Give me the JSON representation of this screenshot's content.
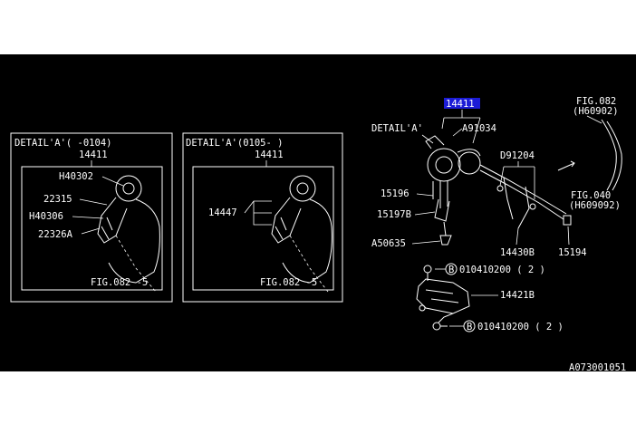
{
  "diagram": {
    "detail_left": {
      "title": "DETAIL'A'(    -0104)",
      "part": "14411",
      "ref": "FIG.082 -5",
      "labels": [
        "H40302",
        "22315",
        "H40306",
        "22326A"
      ]
    },
    "detail_mid": {
      "title": "DETAIL'A'(0105-    )",
      "part": "14411",
      "ref": "FIG.082 -5",
      "labels": [
        "14447"
      ]
    },
    "main": {
      "highlighted_part": "14411",
      "detail_label": "DETAIL'A'",
      "labels": [
        "A91034",
        "D91204",
        "15196",
        "15197B",
        "A50635",
        "14430B",
        "15194",
        "14421B"
      ],
      "fig_top": "FIG.082",
      "fig_top_sub": "(H60902)",
      "fig_right": "FIG.040",
      "fig_right_sub": "(H609092)",
      "bolt1_circle": "B",
      "bolt1": "010410200 ( 2 )",
      "bolt2_circle": "B",
      "bolt2": "010410200 ( 2 )"
    },
    "catalog_code": "A073001051"
  }
}
